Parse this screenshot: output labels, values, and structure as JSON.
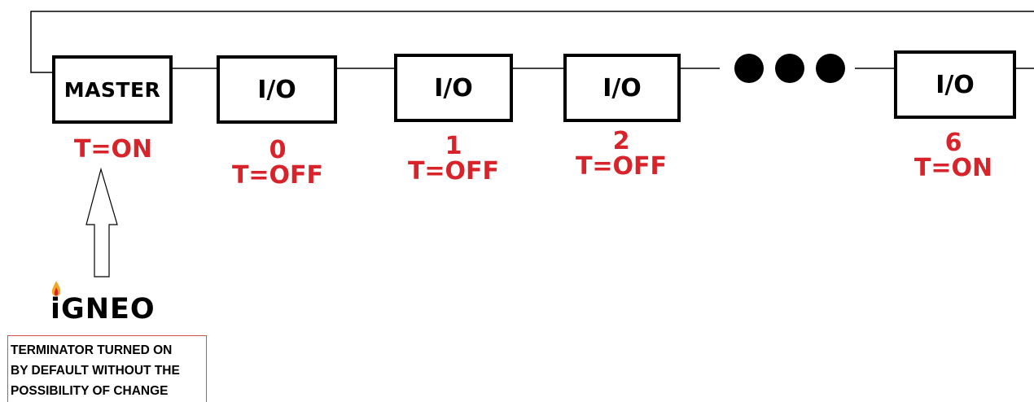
{
  "diagram": {
    "nodes": [
      {
        "id": "master",
        "type": "master",
        "label": "MASTER",
        "number": "",
        "terminator": "T=ON"
      },
      {
        "id": "io-0",
        "type": "io",
        "label": "I/O",
        "number": "0",
        "terminator": "T=OFF"
      },
      {
        "id": "io-1",
        "type": "io",
        "label": "I/O",
        "number": "1",
        "terminator": "T=OFF"
      },
      {
        "id": "io-2",
        "type": "io",
        "label": "I/O",
        "number": "2",
        "terminator": "T=OFF"
      },
      {
        "id": "io-6",
        "type": "io",
        "label": "I/O",
        "number": "6",
        "terminator": "T=ON"
      }
    ],
    "ellipsis_icon": "three-dots",
    "pointer_icon": "hollow-up-arrow",
    "logo": {
      "text": "iGNEO",
      "icon": "flame"
    },
    "note": {
      "lines": [
        "TERMINATOR TURNED ON",
        "BY DEFAULT WITHOUT THE",
        "POSSIBILITY OF CHANGE"
      ]
    }
  },
  "colors": {
    "label": "#d8232a",
    "box_border": "#000000",
    "note_border": "#d05050",
    "flame_outer": "#f5a623",
    "flame_inner": "#d8232a"
  }
}
